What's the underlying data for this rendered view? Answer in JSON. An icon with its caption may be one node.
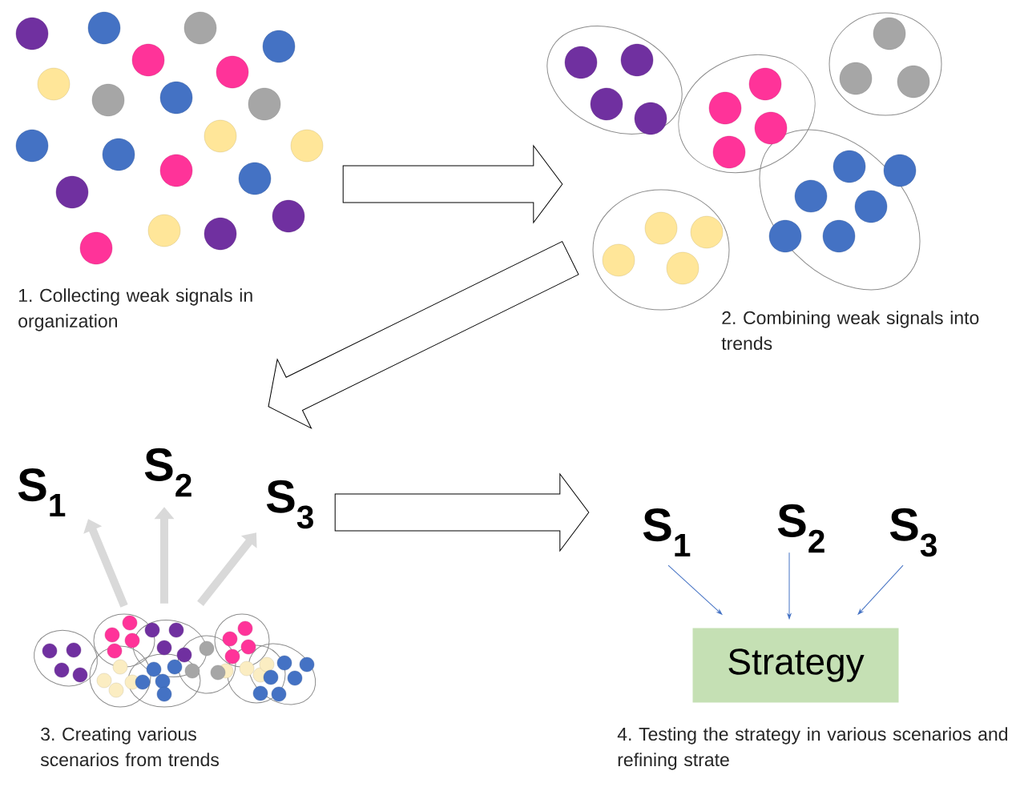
{
  "diagram": {
    "nodes": [
      {
        "text": [],
        "shape": "picture",
        "beside": [
          "1. Collecting weak signals in organization"
        ]
      },
      {
        "text": [],
        "shape": "picture",
        "beside": [
          "2. Combining weak signals into trends"
        ]
      },
      {
        "text": [],
        "shape": "picture",
        "beside": [
          "3. Creating various scenarios from trends"
        ]
      },
      {
        "text": [
          "S$_{1}$"
        ]
      },
      {
        "text": [
          "S$_{2}$"
        ]
      },
      {
        "text": [
          "S$_{3}$"
        ]
      },
      {
        "text": [
          "S$_{1}$"
        ]
      },
      {
        "text": [
          "S$_{2}$"
        ]
      },
      {
        "text": [
          "S$_{3}$"
        ]
      },
      {
        "text": [
          "Strategy"
        ],
        "beside": [
          "4. Testing the strategy in various scenarios and refining strate"
        ]
      }
    ],
    "edges": [
      {
        "from": 0,
        "to": 1,
        "arrow": "to",
        "style": "thick"
      },
      {
        "from": 1,
        "to": 4,
        "arrow": "to",
        "style": "thick"
      },
      {
        "from": 2,
        "to": 3,
        "arrow": "to",
        "style": "thick",
        "color": "#d9d9d9"
      },
      {
        "from": 2,
        "to": 4,
        "arrow": "to",
        "style": "thick",
        "color": "#d9d9d9"
      },
      {
        "from": 2,
        "to": 5,
        "arrow": "to",
        "style": "thick",
        "color": "#d9d9d9"
      },
      {
        "from": 5,
        "to": 6,
        "arrow": "to",
        "style": "thick"
      },
      {
        "from": 6,
        "to": 9,
        "arrow": "to",
        "color": "#4472c4"
      },
      {
        "from": 7,
        "to": 9,
        "arrow": "to",
        "color": "#4472c4"
      },
      {
        "from": 8,
        "to": 9,
        "arrow": "to",
        "color": "#4472c4"
      }
    ]
  }
}
